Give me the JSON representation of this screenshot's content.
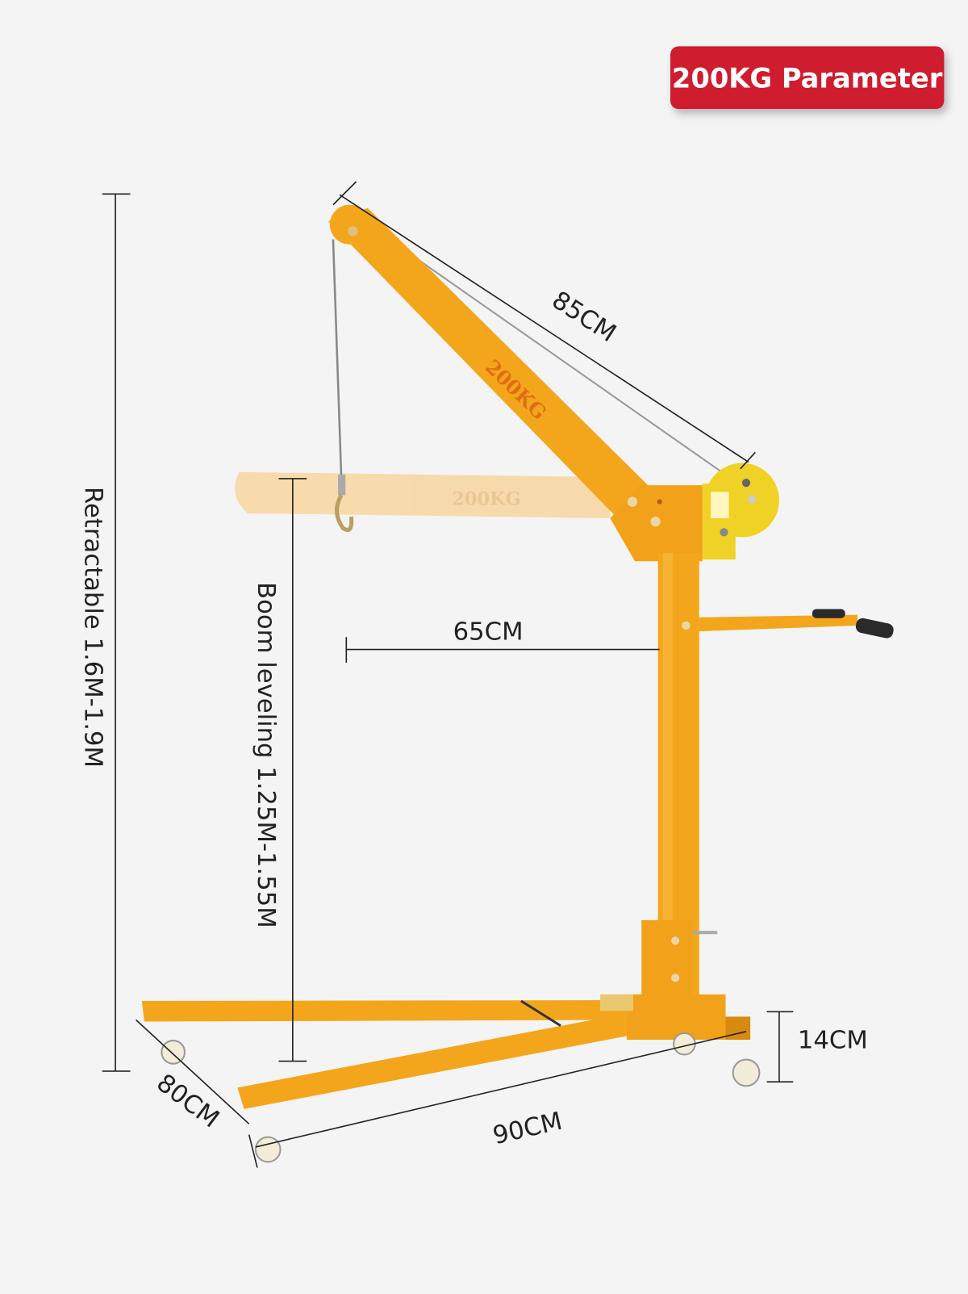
{
  "badge": {
    "label": "200KG Parameter",
    "color": "#cf1f2e"
  },
  "product": {
    "boom_marking": "200KG",
    "body_color": "#f3a61c",
    "winch_color": "#f0d126"
  },
  "dimensions": {
    "boom_length": "85CM",
    "reach": "65CM",
    "total_height": "Retractable 1.6M-1.9M",
    "boom_level_height": "Boom leveling 1.25M-1.55M",
    "base_height": "14CM",
    "base_width": "80CM",
    "base_length": "90CM"
  }
}
